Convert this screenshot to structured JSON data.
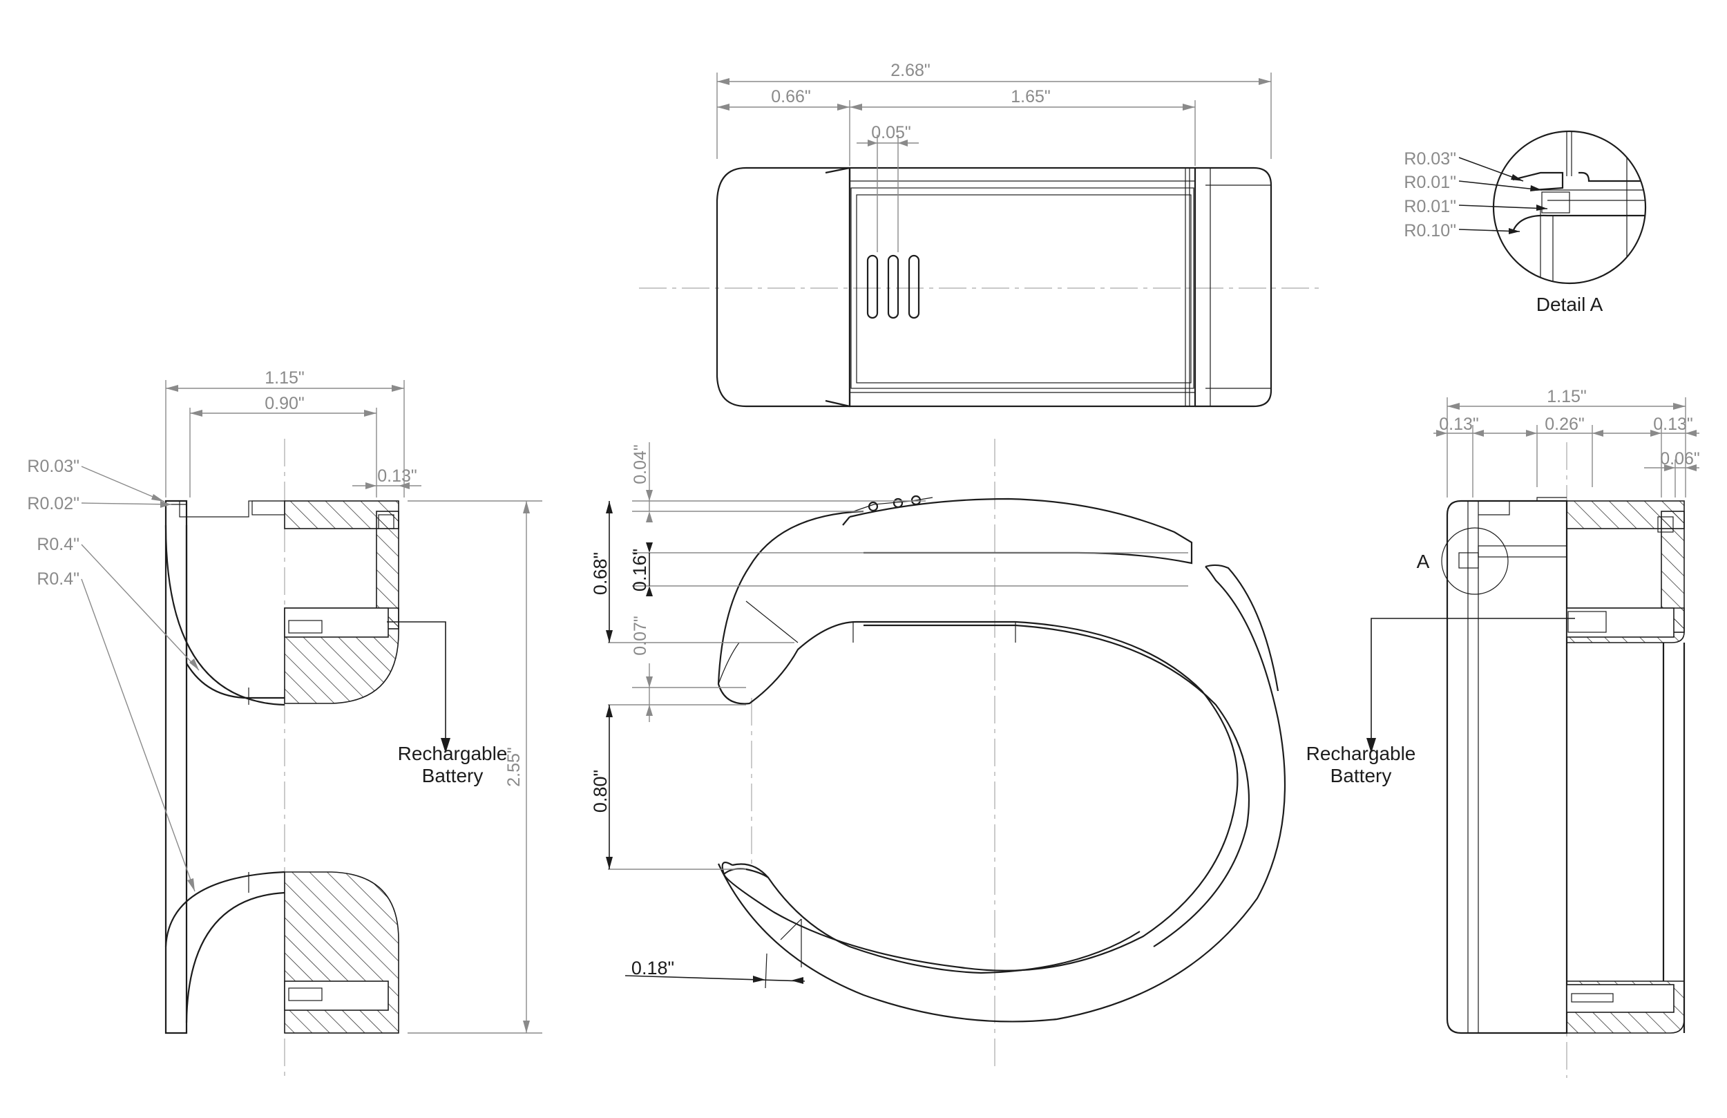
{
  "top_view": {
    "overall_width": "2.68\"",
    "left_segment": "0.66\"",
    "right_segment": "1.65\"",
    "slot_spacing": "0.05\""
  },
  "detail_a": {
    "title": "Detail A",
    "radius_1": "R0.03\"",
    "radius_2": "R0.01\"",
    "radius_3": "R0.01\"",
    "radius_4": "R0.10\""
  },
  "left_view": {
    "overall_width": "1.15\"",
    "inner_width": "0.90\"",
    "wall_thickness": "0.13\"",
    "height": "2.55\"",
    "radius_1": "R0.03\"",
    "radius_2": "R0.02\"",
    "radius_3": "R0.4\"",
    "radius_4": "R0.4\"",
    "battery_label_line1": "Rechargable",
    "battery_label_line2": "Battery"
  },
  "front_view": {
    "top_offset": "0.04\"",
    "body_height": "0.68\"",
    "band_thickness": "0.16\"",
    "lower_gap": "0.07\"",
    "opening": "0.80\"",
    "tip_thickness": "0.18\""
  },
  "right_view": {
    "overall_width": "1.15\"",
    "left_wall": "0.13\"",
    "center_width": "0.26\"",
    "right_wall": "0.13\"",
    "lip": "0.06\"",
    "detail_marker": "A",
    "battery_label_line1": "Rechargable",
    "battery_label_line2": "Battery"
  }
}
